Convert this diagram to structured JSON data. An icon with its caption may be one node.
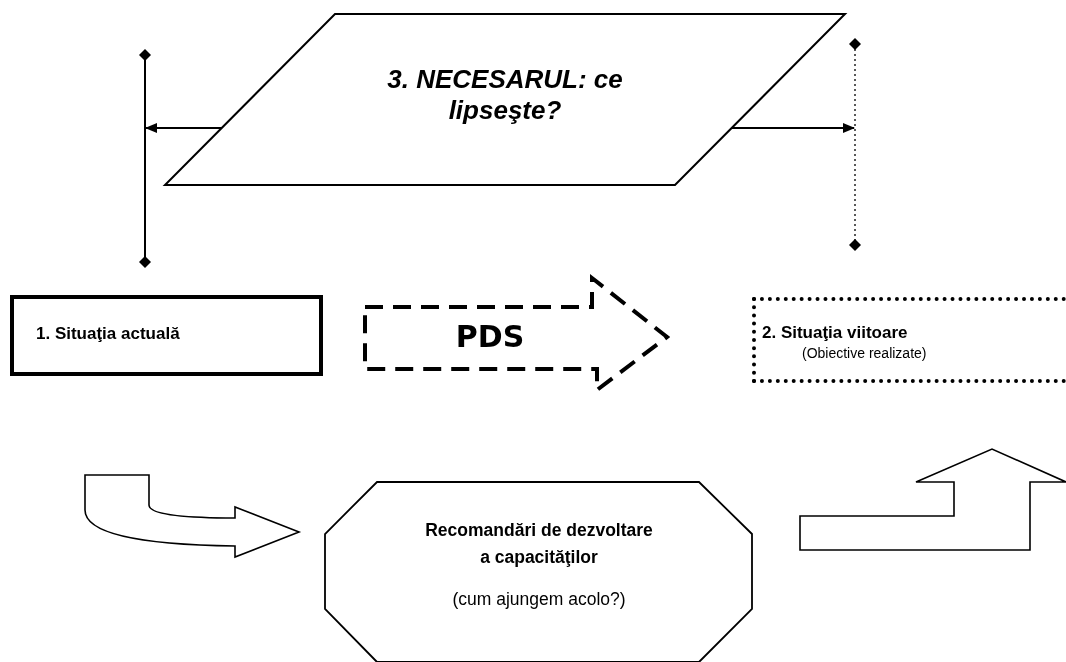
{
  "diagram": {
    "nodes": [
      {
        "text": [],
        "shape": "bar"
      },
      {
        "text": [
          "3. NECESARUL: ce lipseşte?"
        ]
      },
      {
        "text": [],
        "shape": "bar"
      },
      {
        "text": [
          "1. Situaţia actuală"
        ]
      },
      {
        "text": [
          "2. Situaţia viitoare",
          "(Obiective realizate)"
        ]
      },
      {
        "text": [
          "Recomandări de dezvoltare a capacităţilor",
          "(cum ajungem acolo?)"
        ]
      }
    ],
    "edges": [
      {
        "from": 1,
        "to": 0,
        "arrow": "to"
      },
      {
        "from": 1,
        "to": 2,
        "arrow": "to"
      },
      {
        "from": 3,
        "to": 4,
        "arrow": "to",
        "label": "PDS",
        "style": "dashed"
      },
      {
        "from": 3,
        "to": 5,
        "arrow": "to",
        "style": "thick"
      },
      {
        "from": 5,
        "to": 4,
        "arrow": "to",
        "style": "thick"
      }
    ]
  }
}
